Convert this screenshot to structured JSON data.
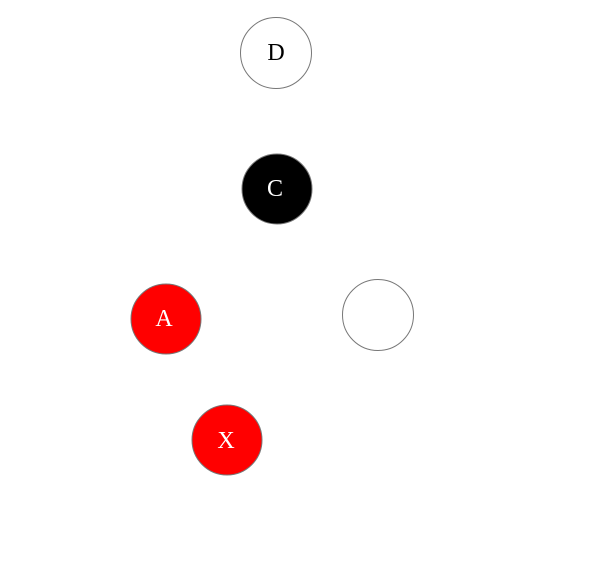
{
  "nodes": [
    {
      "id": "d",
      "label": "D",
      "fill": "#ffffff",
      "stroke": "#777777",
      "text_color": "#000000"
    },
    {
      "id": "c",
      "label": "C",
      "fill": "#000000",
      "stroke": "#777777",
      "text_color": "#ffffff"
    },
    {
      "id": "a",
      "label": "A",
      "fill": "#ff0000",
      "stroke": "#777777",
      "text_color": "#ffffff"
    },
    {
      "id": "empty",
      "label": "",
      "fill": "#ffffff",
      "stroke": "#777777",
      "text_color": "#000000"
    },
    {
      "id": "x",
      "label": "X",
      "fill": "#ff0000",
      "stroke": "#777777",
      "text_color": "#ffffff"
    }
  ]
}
